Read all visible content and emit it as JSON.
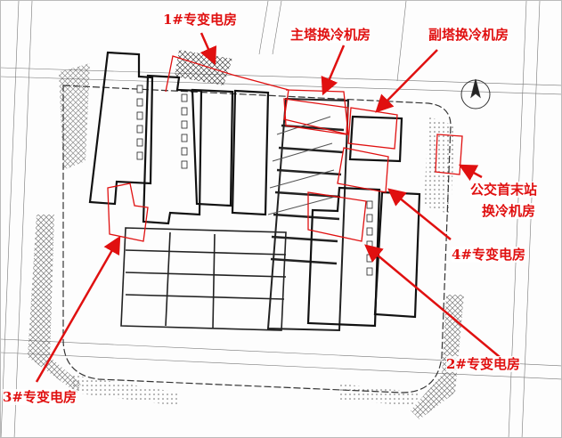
{
  "labels": {
    "substation_1": "1#专变电房",
    "main_tower_cooling": "主塔换冷机房",
    "sub_tower_cooling": "副塔换冷机房",
    "bus_station_line1": "公交首末站",
    "bus_station_line2": "换冷机房",
    "substation_4": "4#专变电房",
    "substation_2": "2#专变电房",
    "substation_3": "3#专变电房"
  },
  "colors": {
    "annotation": "#e01010",
    "linework": "#222222"
  }
}
